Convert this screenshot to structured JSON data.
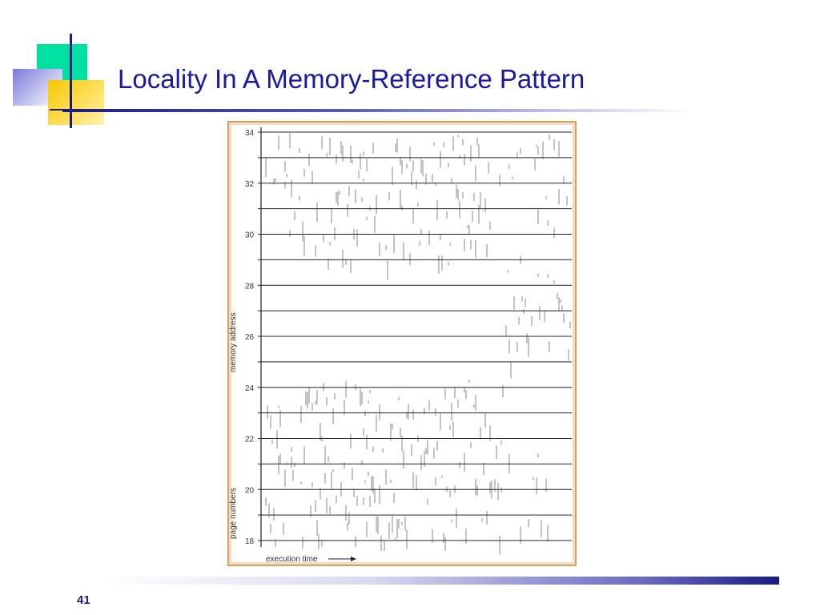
{
  "slide": {
    "title": "Locality In A Memory-Reference Pattern",
    "page_number": "41"
  },
  "figure": {
    "ylabel_top": "memory address",
    "ylabel_bottom": "page numbers",
    "xlabel": "execution time",
    "y_ticks": [
      "34",
      "32",
      "30",
      "28",
      "26",
      "24",
      "22",
      "20",
      "18"
    ]
  },
  "colors": {
    "title": "#1818a8",
    "accent": "#1a1a80",
    "frame": "#d8a060"
  }
}
